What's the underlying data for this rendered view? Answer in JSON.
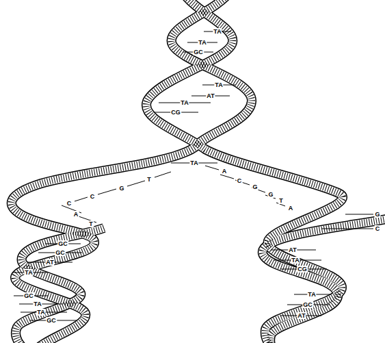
{
  "diagram": {
    "labels": [
      "TA",
      "TA",
      "GC",
      "TA",
      "AT",
      "TA",
      "CG",
      "TA",
      "T",
      "A",
      "G",
      "C",
      "G",
      "C",
      "G",
      "C",
      "T",
      "A",
      "A",
      "G",
      "T",
      "C",
      "GC",
      "GC",
      "AT",
      "AT",
      "TA",
      "TA",
      "CG",
      "TA",
      "GC",
      "GC",
      "TA",
      "TA",
      "GC",
      "AT"
    ]
  }
}
